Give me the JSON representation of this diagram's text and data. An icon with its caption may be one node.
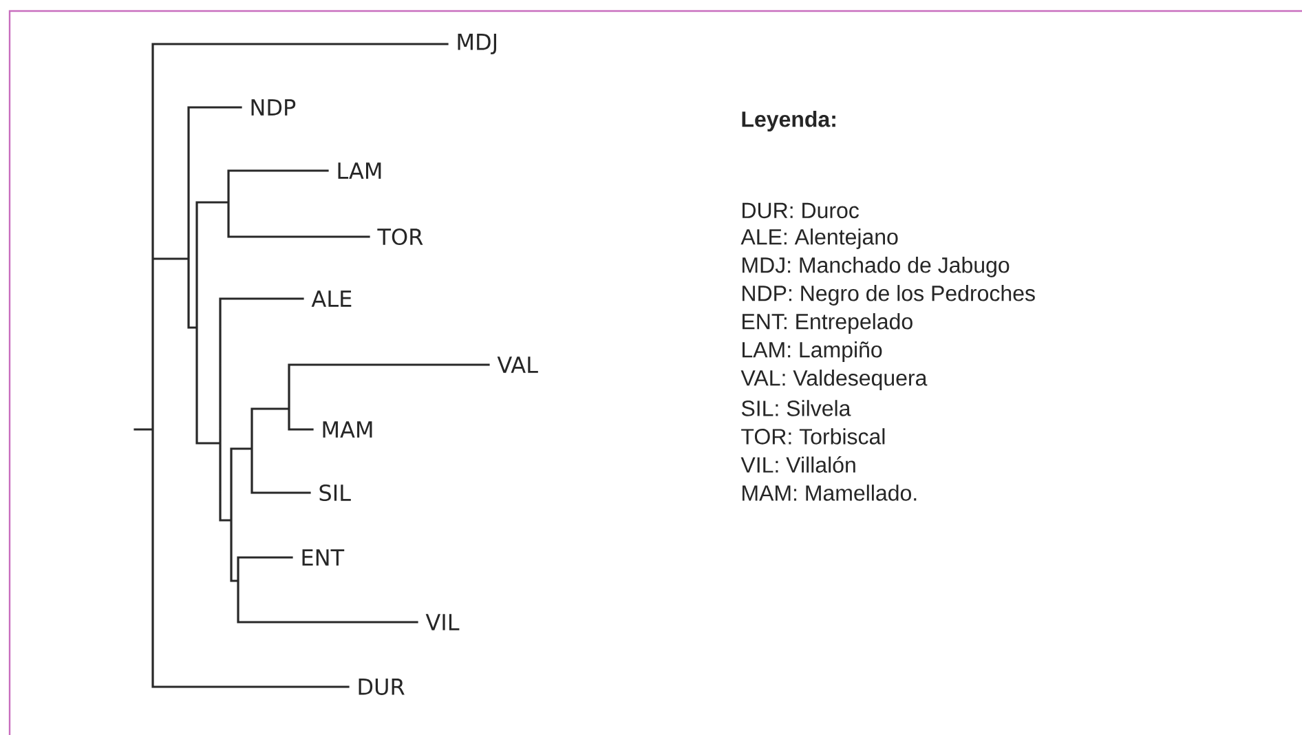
{
  "diagram": {
    "labels": [
      "MDJ",
      "NDP",
      "LAM",
      "TOR",
      "ALE",
      "VAL",
      "MAM",
      "SIL",
      "ENT",
      "VIL",
      "DUR",
      "Leyenda:",
      "DUR: Duroc",
      "ALE: Alentejano",
      "MDJ: Manchado de Jabugo",
      "NDP: Negro de los Pedroches",
      "ENT: Entrepelado",
      "LAM: Lampiño",
      "VAL: Valdesequera",
      "SIL: Silvela",
      "TOR: Torbiscal",
      "VIL: Villalón",
      "MAM: Mamellado."
    ]
  }
}
